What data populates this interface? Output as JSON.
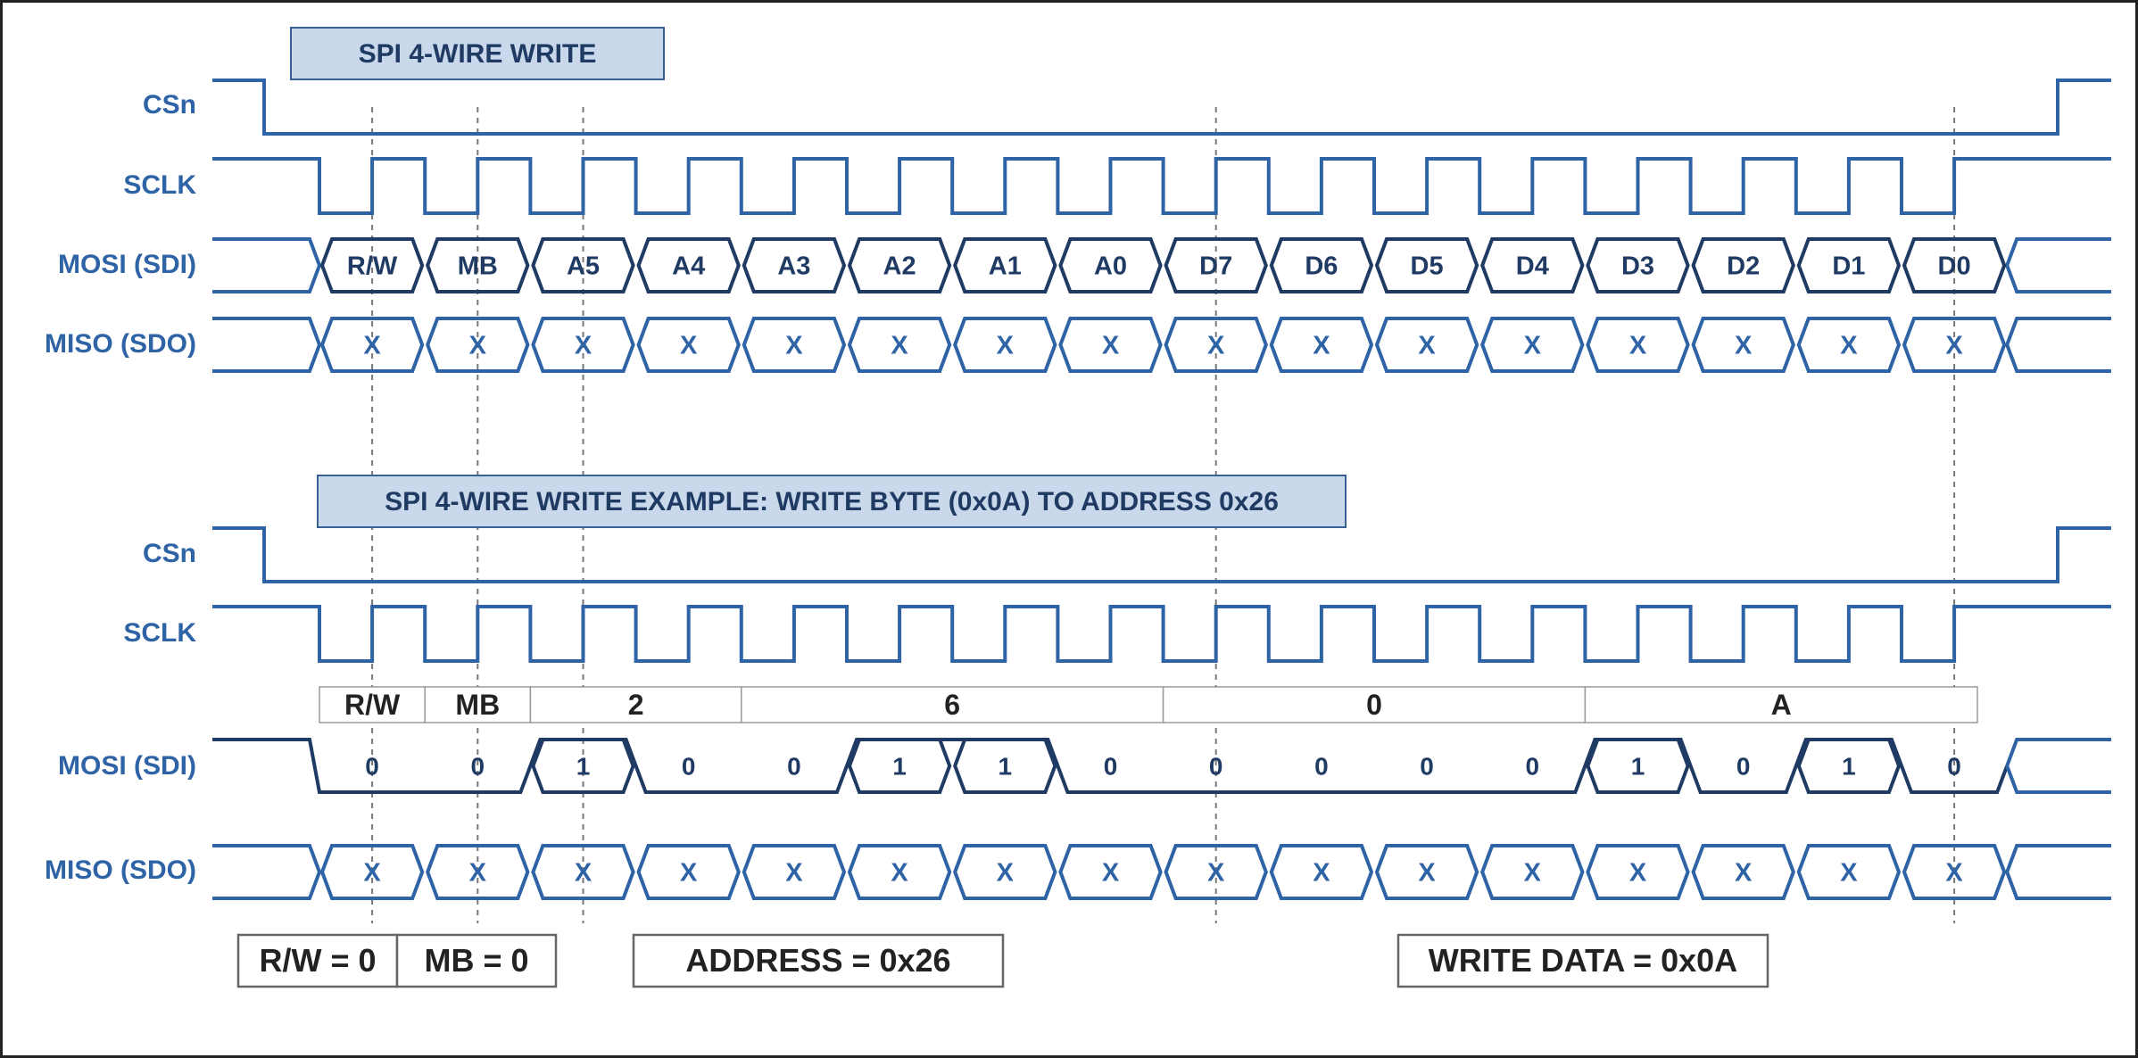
{
  "top_panel": {
    "title": "SPI 4-WIRE WRITE",
    "labels": {
      "csn": "CSn",
      "sclk": "SCLK",
      "mosi": "MOSI (SDI)",
      "miso": "MISO (SDO)"
    },
    "mosi_cells": [
      "R/W",
      "MB",
      "A5",
      "A4",
      "A3",
      "A2",
      "A1",
      "A0",
      "D7",
      "D6",
      "D5",
      "D4",
      "D3",
      "D2",
      "D1",
      "D0"
    ],
    "miso_cells": [
      "X",
      "X",
      "X",
      "X",
      "X",
      "X",
      "X",
      "X",
      "X",
      "X",
      "X",
      "X",
      "X",
      "X",
      "X",
      "X"
    ]
  },
  "bottom_panel": {
    "title": "SPI 4-WIRE WRITE EXAMPLE: WRITE BYTE (0x0A) TO ADDRESS 0x26",
    "labels": {
      "csn": "CSn",
      "sclk": "SCLK",
      "mosi": "MOSI (SDI)",
      "miso": "MISO (SDO)"
    },
    "fields": [
      {
        "label": "R/W",
        "bits": 1
      },
      {
        "label": "MB",
        "bits": 1
      },
      {
        "label": "2",
        "bits": 2
      },
      {
        "label": "6",
        "bits": 4
      },
      {
        "label": "0",
        "bits": 4
      },
      {
        "label": "A",
        "bits": 4
      }
    ],
    "mosi_bits": [
      "0",
      "0",
      "1",
      "0",
      "0",
      "1",
      "1",
      "0",
      "0",
      "0",
      "0",
      "0",
      "1",
      "0",
      "1",
      "0"
    ],
    "miso_cells": [
      "X",
      "X",
      "X",
      "X",
      "X",
      "X",
      "X",
      "X",
      "X",
      "X",
      "X",
      "X",
      "X",
      "X",
      "X",
      "X"
    ],
    "summary": {
      "rw": "R/W = 0",
      "mb": "MB = 0",
      "address": "ADDRESS = 0x26",
      "write_data": "WRITE DATA = 0x0A"
    }
  }
}
